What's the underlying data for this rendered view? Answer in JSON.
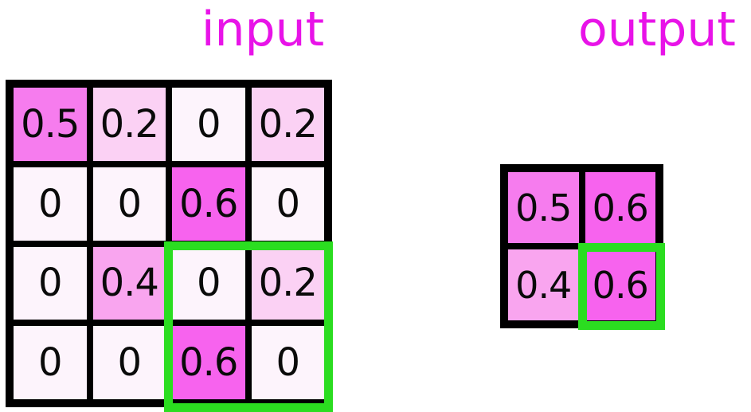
{
  "titles": {
    "input": "input",
    "output": "output"
  },
  "colors": {
    "background": "#ffffff",
    "grid_line": "#000000",
    "highlight": "#2bdd20",
    "title": "#e813e8",
    "cell_text": "#0a0a0a",
    "value_colors": {
      "0": "#fdf4fc",
      "0.2": "#fbd1f4",
      "0.4": "#f9a5ef",
      "0.5": "#f67cee",
      "0.6": "#f763ee"
    }
  },
  "grids": {
    "input": {
      "rows": 4,
      "cols": 4,
      "cells": [
        [
          "0.5",
          "0.2",
          "0",
          "0.2"
        ],
        [
          "0",
          "0",
          "0.6",
          "0"
        ],
        [
          "0",
          "0.4",
          "0",
          "0.2"
        ],
        [
          "0",
          "0",
          "0.6",
          "0"
        ]
      ]
    },
    "output": {
      "rows": 2,
      "cols": 2,
      "cells": [
        [
          "0.5",
          "0.6"
        ],
        [
          "0.4",
          "0.6"
        ]
      ]
    }
  },
  "highlights": {
    "input_region": {
      "rows": "3-4",
      "cols": "3-4"
    },
    "output_region": {
      "rows": "2",
      "cols": "2"
    }
  }
}
